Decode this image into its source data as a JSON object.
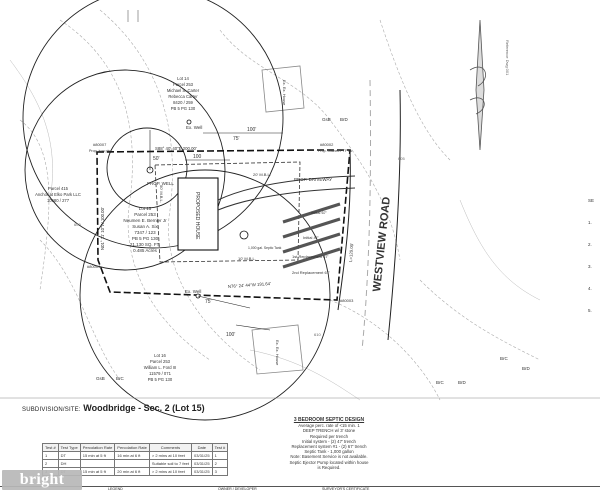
{
  "road": {
    "name": "WESTVIEW ROAD"
  },
  "subdivision": {
    "label": "SUBDIVISION/SITE:",
    "value": "Woodbridge - Sec. 2 (Lot 15)"
  },
  "lot15": {
    "lines": [
      "Lot 15",
      "Parcel 253",
      "Neumen E. Bernier Jr",
      "Susan A. Six",
      "7347 / 123",
      "PB 5 PG 130",
      "21,130 SQ. FT.",
      "0.485 Acres"
    ]
  },
  "lot14": {
    "lines": [
      "Lot 14",
      "Parcel 253",
      "Michael S. Carter",
      "Rebecca Carter",
      "8420 / 259",
      "PB 5 PG 130"
    ]
  },
  "lot16": {
    "lines": [
      "Lot 16",
      "Parcel 253",
      "William L. Ford III",
      "11579 / 071",
      "PB 5 PG 130"
    ]
  },
  "parcel415": {
    "lines": [
      "Parcel 415",
      "Anchor at Elko Park LLC",
      "10680 / 277"
    ]
  },
  "labels": {
    "prop_well": "PROP. WELL",
    "proposed_house": "PROPOSED HOUSE",
    "prop_driveway": "PROP. DRIVEWAY",
    "ex_well_top": "Ex. Well",
    "ex_well_bottom": "Ex. Well",
    "dim_100_top": "100'",
    "dim_100_mid": "100",
    "dim_100_bottom": "100'",
    "dim_75_top": "75'",
    "dim_75_bottom": "75'",
    "dim_50": "50'",
    "bearing_top": "S88° 40' 40\"E 200.00'",
    "bearing_bottom": "N76° 24' 44\"W 191.64'",
    "bearing_left": "N01° 11' 10\"W 100.00'",
    "bearing_right": "L=120.00'",
    "initial_1": "Initial 67'",
    "initial_2": "Initial 47'",
    "replacement_1": "1st Replacement 67'",
    "replacement_2": "2nd Replacement 67'",
    "msl_1": "20' M.B.L.",
    "msl_2": "50' M.B.L.",
    "msl_3": "10' M.B.L.",
    "pin_1": "#80007",
    "pin_2": "#80003",
    "pin_3": "#80004",
    "pin_4": "#80002",
    "prop_iron_pin": "Prop. iron pin",
    "prop_pin": "Prop. bushed PTF ds",
    "contour_1": "600",
    "contour_2": "605",
    "contour_3": "610",
    "soil_1": "GsB",
    "soil_2": "BrD",
    "soil_3": "BrC",
    "soil_4": "GsB",
    "soil_5": "BrC",
    "soil_6": "BrD",
    "soil_7": "BrC",
    "soil_8": "BrD",
    "ex_house_1": "Ex. Ex. House",
    "ex_house_2": "Ex. Ex. House",
    "septic_tank": "1,000 gal. Septic Tank"
  },
  "septic": {
    "title": "3 BEDROOM SEPTIC DESIGN",
    "lines": [
      "Average perc. rate of <15 min. 1",
      "DEEP TRENCH w/ 3' stone",
      "Required per trench",
      "Initial system - (2) 47' trench",
      "Replacement system #1 - (2) 67' trench",
      "Septic Tank - 1,000 gallon",
      "",
      "Note: Basement Service is not available.",
      "Septic Ejector Pump located within house",
      "is Required."
    ]
  },
  "perc_table": {
    "headers": [
      "Test #",
      "Test Type",
      "Percolation Rate",
      "Percolation Rate",
      "Comments",
      "Date",
      "Test #"
    ],
    "rows": [
      [
        "1",
        "DT",
        "15 min at 5 ft",
        "16 min at 6 ft",
        "> 2 mins at 10 feet",
        "03/31/25",
        "1"
      ],
      [
        "2",
        "DH",
        "",
        "",
        "Suitable soil to 7 feet",
        "03/31/25",
        "2"
      ],
      [
        "3",
        "DT",
        "15 min at 5 ft",
        "20 min at 6 ft",
        "> 2 mins at 10 feet",
        "03/31/25",
        "3"
      ]
    ]
  },
  "bottom_strip": {
    "legend": "LEGEND",
    "owner": "OWNER / DEVELOPER",
    "cert": "SURVEYOR'S CERTIFICATE"
  },
  "watermark": {
    "text": "bright"
  },
  "right_edge": {
    "items": [
      "SE",
      "1.",
      "2.",
      "3.",
      "4.",
      "5."
    ]
  },
  "north_note": {
    "text": "Reference Dwg 001"
  }
}
